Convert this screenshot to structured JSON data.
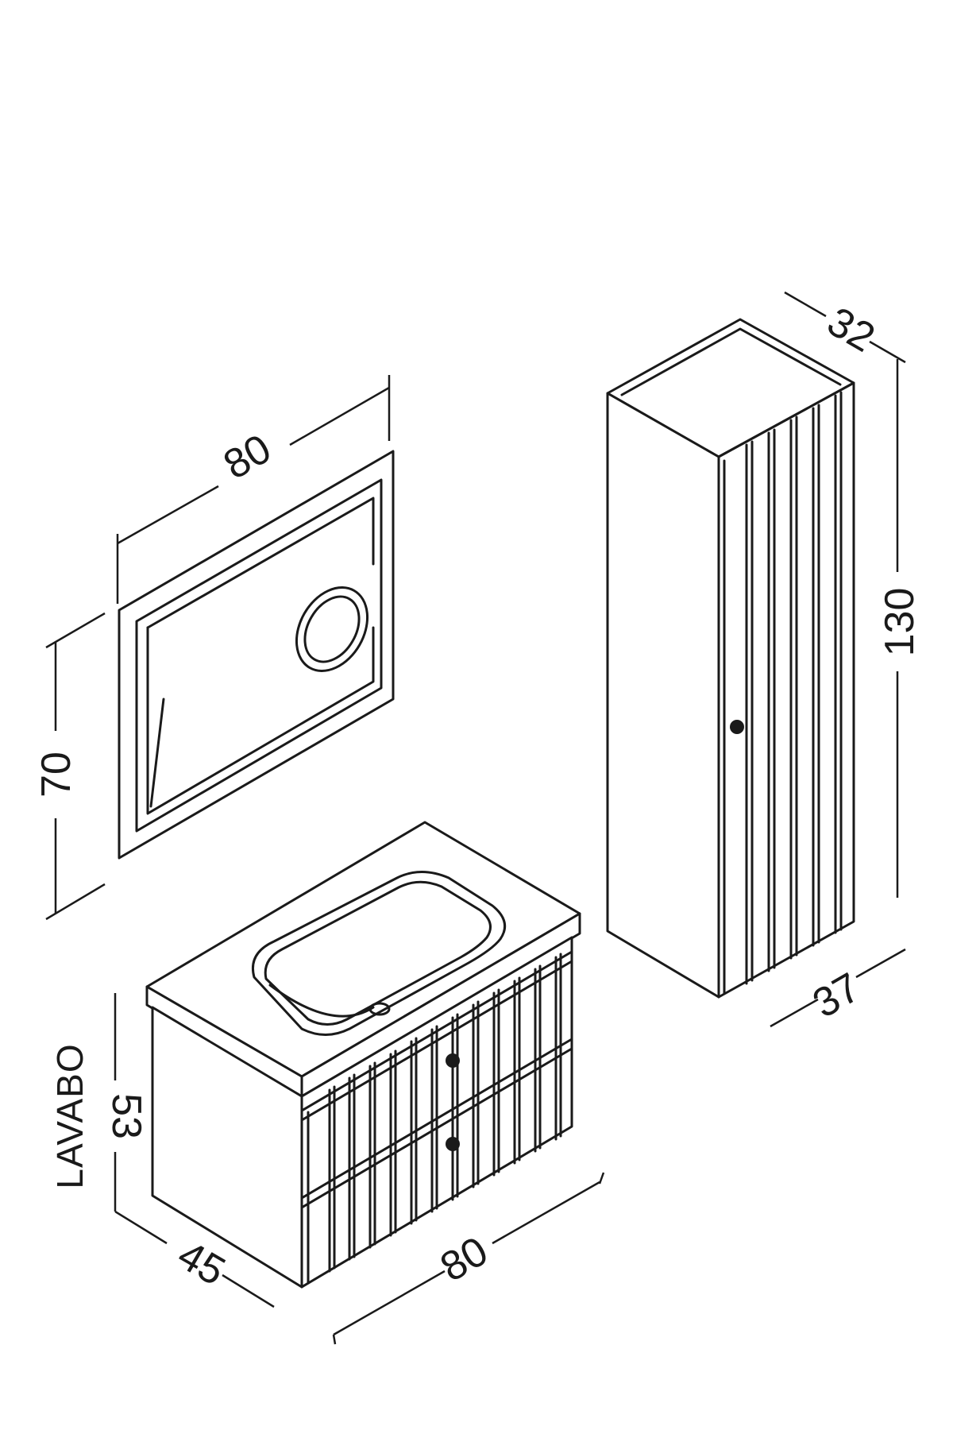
{
  "mirror": {
    "width_label": "80",
    "height_label": "70"
  },
  "tall_cabinet": {
    "width_label": "32",
    "height_label": "130",
    "depth_label": "37"
  },
  "vanity": {
    "name_label": "LAVABO",
    "height_label": "53",
    "depth_label": "45",
    "width_label": "80"
  }
}
